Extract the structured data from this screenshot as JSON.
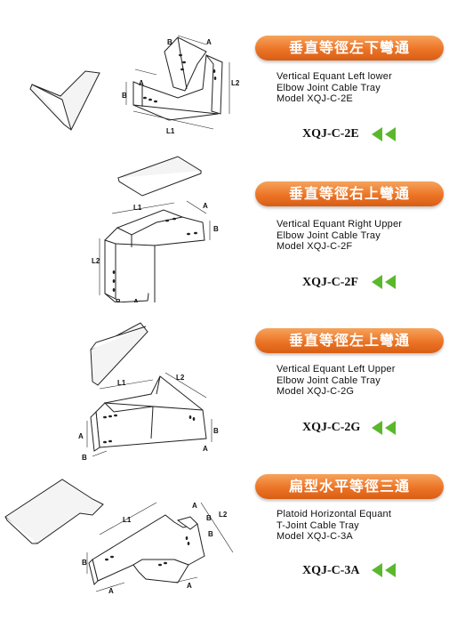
{
  "products": [
    {
      "title_cn": "垂直等徑左下彎通",
      "desc": [
        "Vertical Equant Left lower",
        "Elbow Joint Cable Tray",
        "Model XQJ-C-2E"
      ],
      "model": "XQJ-C-2E",
      "dims": {
        "a": "A",
        "b": "B",
        "l1": "L1",
        "l2": "L2"
      }
    },
    {
      "title_cn": "垂直等徑右上彎通",
      "desc": [
        "Vertical Equant Right Upper",
        "Elbow Joint Cable Tray",
        "Model XQJ-C-2F"
      ],
      "model": "XQJ-C-2F",
      "dims": {
        "a": "A",
        "b": "B",
        "l1": "L1",
        "l2": "L2"
      }
    },
    {
      "title_cn": "垂直等徑左上彎通",
      "desc": [
        "Vertical Equant Left Upper",
        "Elbow Joint Cable Tray",
        "Model XQJ-C-2G"
      ],
      "model": "XQJ-C-2G",
      "dims": {
        "a": "A",
        "b": "B",
        "l1": "L1",
        "l2": "L2"
      }
    },
    {
      "title_cn": "扁型水平等徑三通",
      "desc": [
        "Platoid Horizontal Equant",
        "T-Joint Cable Tray",
        "Model XQJ-C-3A"
      ],
      "model": "XQJ-C-3A",
      "dims": {
        "a": "A",
        "b": "B",
        "l1": "L1",
        "l2": "L2"
      }
    }
  ],
  "colors": {
    "banner": "#ec7426",
    "arrow": "#5bb82c"
  },
  "icons": {
    "arrow": "double-left-triangle-icon"
  }
}
